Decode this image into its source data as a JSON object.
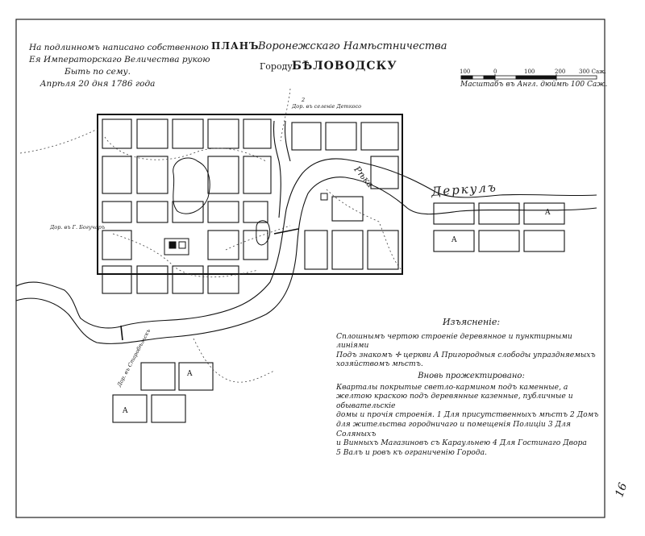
{
  "header": {
    "title_plan": "ПЛАНЪ",
    "title_governorate": "Воронежскаго Намѣстничества",
    "title_city_prefix": "Городу",
    "title_city": "БѢЛОВОДСКУ"
  },
  "dedication": {
    "lines": [
      "На подлинномъ написано собственною",
      "Ея Императорскаго Величества рукою",
      "Быть по сему.",
      "Апрѣля 20 дня 1786 года"
    ]
  },
  "scale": {
    "ticks": [
      "100",
      "0",
      "100",
      "200",
      "300 Саж."
    ],
    "label": "Масштабъ въ Англ. дюймѣ 100 Саж."
  },
  "river": {
    "name": "Деркулъ",
    "word": "Рѣка"
  },
  "map_labels": {
    "road_top": "Дор. въ селенiе Деткосо",
    "road_left": "Дор. въ Г. Богучаръ",
    "road_bottom": "Дор. въ Старобѣльскъ",
    "street_num_top": "2"
  },
  "legend": {
    "title": "Изъясненiе:",
    "existing": [
      "Сплошнымъ чертою строенiе деревянное и пунктирными линiями",
      "Подъ знакомъ ✛ церкви   А Пригородныя слободы упраздняемыхъ",
      "хозяйствомъ мѣстъ."
    ],
    "projected_title": "Вновь прожектировано:",
    "projected": [
      "Кварталы покрытые светло-кармином подъ каменные, а",
      "желтою краскою подъ деревянные казенные, публичные и обывательскiе",
      "домы и прочiя строенiя.  1 Для присутственныхъ мѣстъ 2 Домъ",
      "для жительства городничаго и помещенiя Полицiи 3 Для Соляныхъ",
      "и Винныхъ Магазиновъ съ Караульнею 4 Для Гостинаго Двора",
      "5 Валъ и ровъ къ ограниченiю Города."
    ]
  },
  "page_number": "16"
}
